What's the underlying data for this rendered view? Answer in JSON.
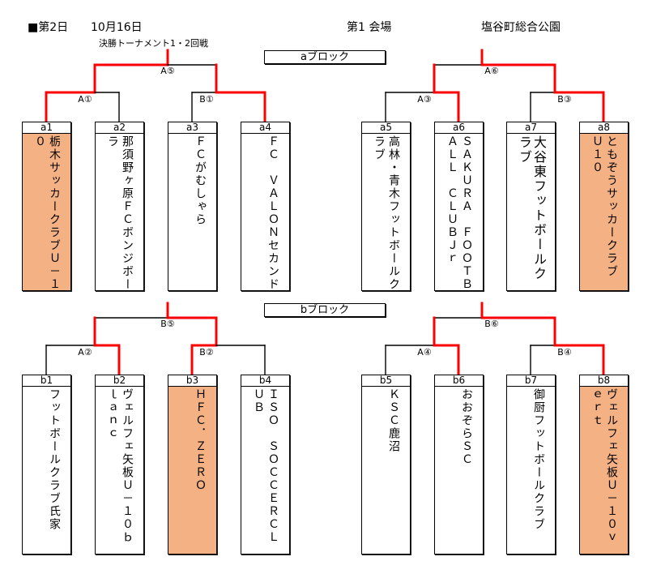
{
  "header": {
    "day": "■第2日",
    "date": "10月16日",
    "venue_no": "第1 会場",
    "venue_name": "塩谷町総合公園",
    "subtitle": "決勝トーナメント1・2回戦"
  },
  "colors": {
    "win_line": "#FF0000",
    "line": "#000000",
    "win_fill": "#F4B183"
  },
  "blocks": [
    {
      "label": "aブロック",
      "matches": {
        "left_final": "A⑤",
        "right_final": "A⑥",
        "m1": "A①",
        "m2": "B①",
        "m3": "A③",
        "m4": "B③"
      },
      "teams": [
        {
          "code": "a1",
          "name": "栃木サッカークラブＵ－１０",
          "winner": true
        },
        {
          "code": "a2",
          "name": "那須野ヶ原ＦＣボンジボーラ",
          "winner": false
        },
        {
          "code": "a3",
          "name": "ＦＣがむしゃら",
          "winner": false
        },
        {
          "code": "a4",
          "name": "ＦＣ　ＶＡＬＯＮセカンド",
          "winner": false
        },
        {
          "code": "a5",
          "name": "高林・青木フットボールクラブ",
          "winner": false
        },
        {
          "code": "a6",
          "name": "ＳＡＫＵＲＡ　ＦＯＯＴＢＡＬＬ　ＣＬＵＢＪｒ",
          "winner": false
        },
        {
          "code": "a7",
          "name": "大谷東フットボールクラブ",
          "winner": false
        },
        {
          "code": "a8",
          "name": "ともぞうサッカークラブ　Ｕ１０",
          "winner": true
        }
      ],
      "red_paths": {
        "left_to_left": true,
        "left_to_right": false,
        "m1_left": true,
        "m1_right": false,
        "m2_left": false,
        "m2_right": true,
        "right_to_left": false,
        "right_to_right": true,
        "m3_left": false,
        "m3_right": true,
        "m4_left": false,
        "m4_right": true,
        "left_drop_left": true,
        "left_drop_right": true,
        "right_drop_left": true,
        "right_drop_right": true
      }
    },
    {
      "label": "bブロック",
      "matches": {
        "left_final": "B⑤",
        "right_final": "B⑥",
        "m1": "A②",
        "m2": "B②",
        "m3": "A④",
        "m4": "B④"
      },
      "teams": [
        {
          "code": "b1",
          "name": "フットボールクラブ氏家",
          "winner": false
        },
        {
          "code": "b2",
          "name": "ヴェルフェ矢板Ｕ－１０ｂｌａｎｃ",
          "winner": false
        },
        {
          "code": "b3",
          "name": "ＨＦＣ．ＺＥＲＯ",
          "winner": true
        },
        {
          "code": "b4",
          "name": "ＩＳＯ　ＳＯＣＣＥＲＣＬＵＢ",
          "winner": false
        },
        {
          "code": "b5",
          "name": "ＫＳＣ鹿沼",
          "winner": false
        },
        {
          "code": "b6",
          "name": "おおぞらＳＣ",
          "winner": false
        },
        {
          "code": "b7",
          "name": "御厨フットボールクラブ",
          "winner": false
        },
        {
          "code": "b8",
          "name": "ヴェルフェ矢板Ｕ－１０ｖｅｒｔ",
          "winner": true
        }
      ],
      "red_paths": {
        "left_to_left": false,
        "left_to_right": true,
        "m1_left": false,
        "m1_right": true,
        "m2_left": true,
        "m2_right": false,
        "right_to_left": false,
        "right_to_right": true,
        "m3_left": false,
        "m3_right": true,
        "m4_left": false,
        "m4_right": true,
        "left_drop_left": true,
        "left_drop_right": true,
        "right_drop_left": true,
        "right_drop_right": true
      }
    }
  ]
}
